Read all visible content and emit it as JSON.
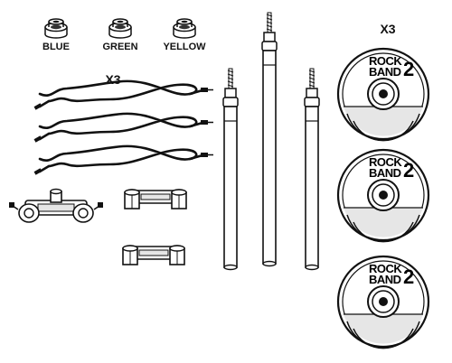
{
  "caps": {
    "blue": "BLUE",
    "green": "GREEN",
    "yellow": "YELLOW"
  },
  "cables_count": "X3",
  "pads_count": "X3",
  "pad_logo": {
    "line1": "ROCK",
    "line2": "BAND",
    "number": "2"
  },
  "colors": {
    "ink": "#111111",
    "fill": "#ffffff",
    "shade": "#e6e6e6"
  }
}
